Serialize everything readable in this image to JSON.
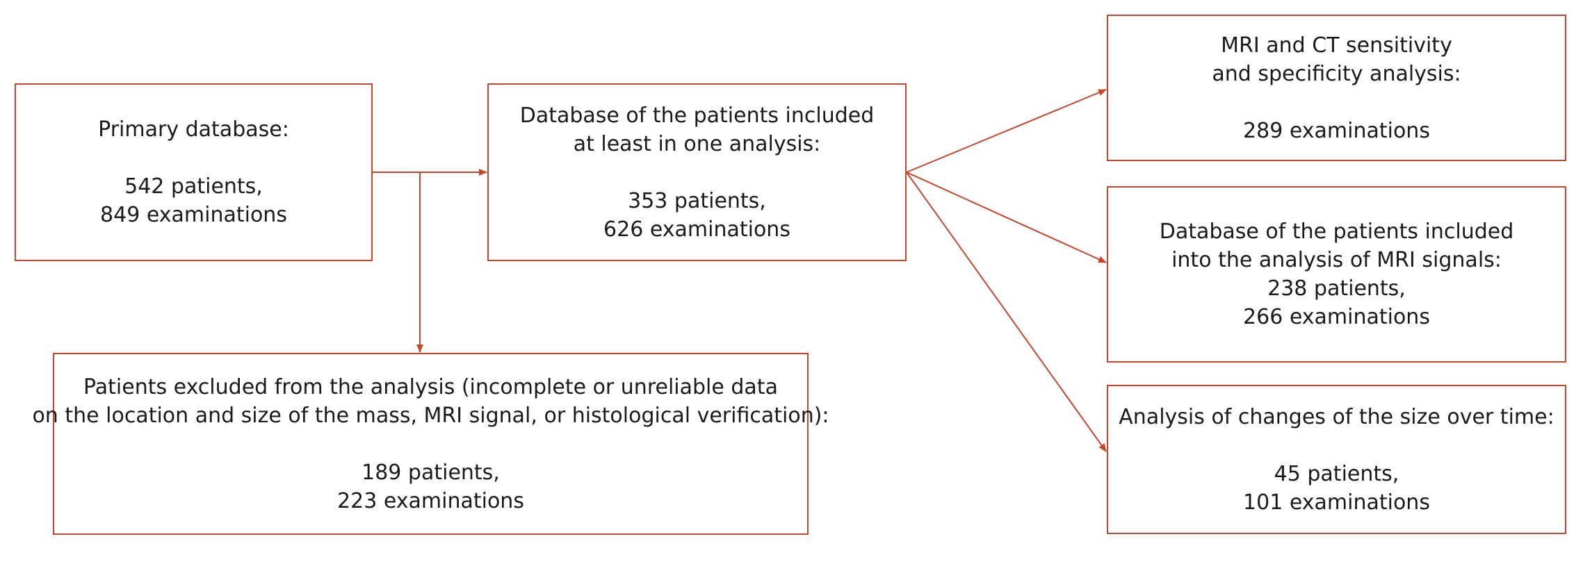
{
  "colors": {
    "accent": "#c8452a"
  },
  "boxes": {
    "primary": {
      "title": "Primary database:",
      "patients": "542 patients,",
      "examinations": "849 examinations"
    },
    "included": {
      "title_line1": "Database of the patients included",
      "title_line2": "at least in one analysis:",
      "patients": "353 patients,",
      "examinations": "626 examinations"
    },
    "excluded": {
      "title_line1": "Patients excluded from the analysis (incomplete or unreliable data",
      "title_line2": "on the location and size of the mass, MRI signal, or histological verification):",
      "patients": "189 patients,",
      "examinations": "223 examinations"
    },
    "mri_ct": {
      "title_line1": "MRI and CT sensitivity",
      "title_line2": "and specificity analysis:",
      "examinations": "289 examinations"
    },
    "mri_signals": {
      "title_line1": "Database of the patients included",
      "title_line2": "into the analysis of MRI signals:",
      "patients": "238 patients,",
      "examinations": "266 examinations"
    },
    "size_changes": {
      "title": "Analysis of changes of the size over time:",
      "patients": "45 patients,",
      "examinations": "101 examinations"
    }
  }
}
